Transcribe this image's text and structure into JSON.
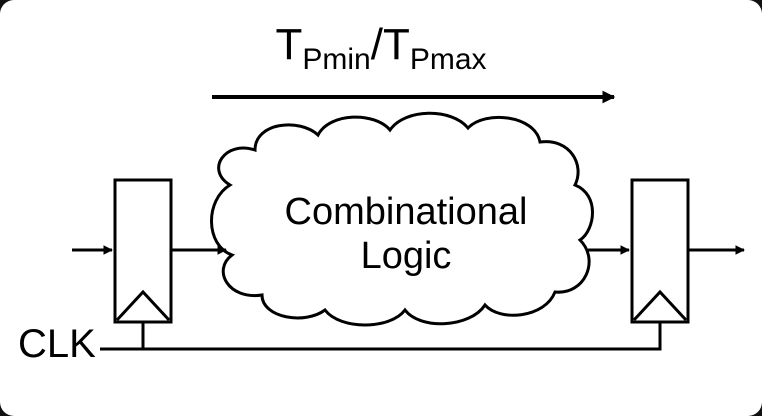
{
  "title": {
    "part1_main": "T",
    "part1_sub": "Pmin",
    "separator": "/",
    "part2_main": "T",
    "part2_sub": "Pmax"
  },
  "cloud": {
    "line1": "Combinational",
    "line2": "Logic"
  },
  "clock_label": "CLK",
  "colors": {
    "background": "#ffffff",
    "stroke": "#000000",
    "frame": "#111111"
  }
}
